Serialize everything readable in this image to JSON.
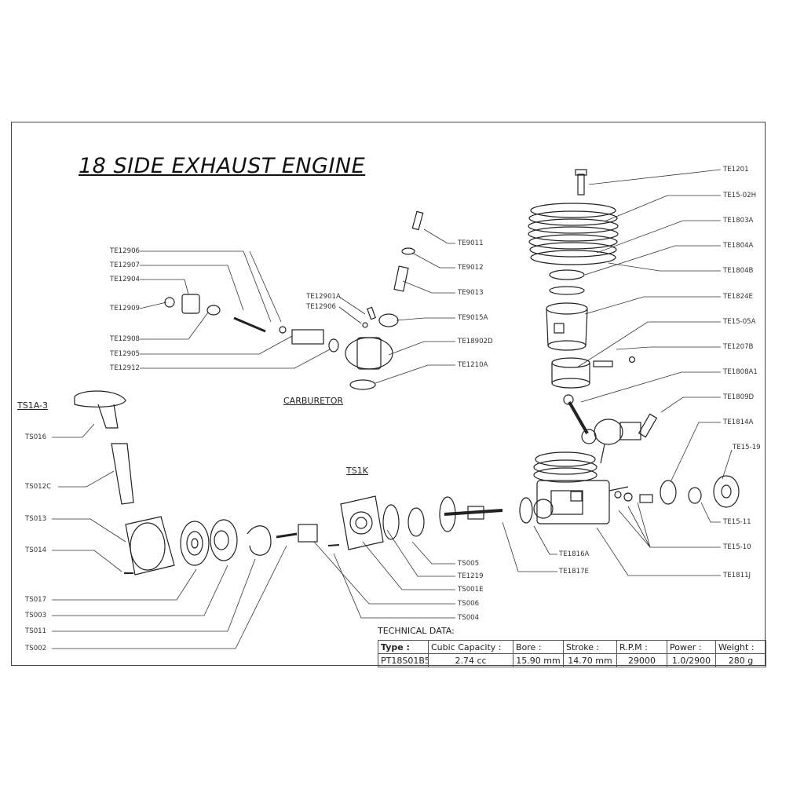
{
  "title": "18 SIDE EXHAUST ENGINE",
  "sections": {
    "carburetor": "CARBURETOR",
    "ts1a3": "TS1A-3",
    "ts1k": "TS1K"
  },
  "part_labels": {
    "te1201": "TE1201",
    "te15_02h": "TE15-02H",
    "te1803a": "TE1803A",
    "te1804a": "TE1804A",
    "te1804b": "TE1804B",
    "te1824e": "TE1824E",
    "te15_05a": "TE15-05A",
    "te1207b": "TE1207B",
    "te1808a1": "TE1808A1",
    "te1809d": "TE1809D",
    "te1814a": "TE1814A",
    "te15_19": "TE15-19",
    "te15_11": "TE15-11",
    "te15_10": "TE15-10",
    "te1811j": "TE1811J",
    "te1816a": "TE1816A",
    "te1817e": "TE1817E",
    "ts005": "TS005",
    "te1219": "TE1219",
    "ts001e": "TS001E",
    "ts006": "TS006",
    "ts004": "TS004",
    "te9011": "TE9011",
    "te9012": "TE9012",
    "te9013": "TE9013",
    "te9015a": "TE9015A",
    "te18902d": "TE18902D",
    "te1210a": "TE1210A",
    "te12901a": "TE12901A",
    "te12906b": "TE12906",
    "te12906": "TE12906",
    "te12907": "TE12907",
    "te12904": "TE12904",
    "te12909": "TE12909",
    "te12908": "TE12908",
    "te12905": "TE12905",
    "te12912": "TE12912",
    "ts016": "TS016",
    "ts012c": "TS012C",
    "ts013": "TS013",
    "ts014": "TS014",
    "ts017": "TS017",
    "ts003": "TS003",
    "ts011": "TS011",
    "ts002": "TS002"
  },
  "technical": {
    "title": "TECHNICAL DATA:",
    "headers": [
      "Type :",
      "Cubic Capacity :",
      "Bore :",
      "Stroke :",
      "R.P.M :",
      "Power :",
      "Weight :"
    ],
    "values": [
      "PT18S01B5",
      "2.74 cc",
      "15.90 mm",
      "14.70 mm",
      "29000",
      "1.0/2900",
      "280 g"
    ]
  }
}
